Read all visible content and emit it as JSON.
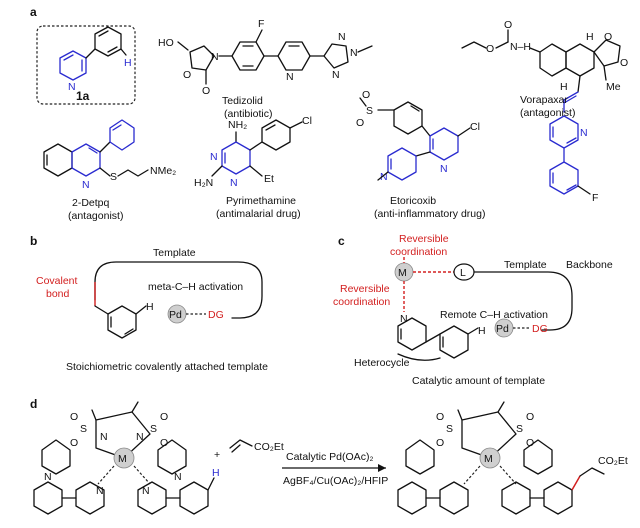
{
  "panels": {
    "a": "a",
    "b": "b",
    "c": "c",
    "d": "d"
  },
  "panel_a": {
    "compound_1a": "1a",
    "tedizolid": {
      "name": "Tedizolid",
      "role": "(antibiotic)"
    },
    "vorapaxar": {
      "name": "Vorapaxar",
      "role": "(antagonist)"
    },
    "detpq": {
      "name": "2-Detpq",
      "role": "(antagonist)",
      "sub": "NMe₂"
    },
    "pyrimethamine": {
      "name": "Pyrimethamine",
      "role": "(antimalarial drug)"
    },
    "etoricoxib": {
      "name": "Etoricoxib",
      "role": "(anti-inflammatory drug)"
    },
    "atoms": {
      "N": "N",
      "H": "H",
      "F": "F",
      "O": "O",
      "HO": "HO",
      "S": "S",
      "Cl": "Cl",
      "NH2": "NH₂",
      "H2N": "H₂N",
      "Me": "Me",
      "Et": "Et",
      "H_ring": "H",
      "N_H": "N–H"
    }
  },
  "panel_b": {
    "template": "Template",
    "covalent_bond_1": "Covalent",
    "covalent_bond_2": "bond",
    "activation": "meta-C–H activation",
    "pd": "Pd",
    "dg": "DG",
    "h": "H",
    "caption": "Stoichiometric covalently attached template"
  },
  "panel_c": {
    "reversible_1_line1": "Reversible",
    "reversible_1_line2": "coordination",
    "reversible_2_line1": "Reversible",
    "reversible_2_line2": "coordination",
    "m": "M",
    "l": "L",
    "template": "Template",
    "backbone": "Backbone",
    "activation": "Remote C–H activation",
    "pd": "Pd",
    "dg": "DG",
    "h": "H",
    "n": "N",
    "heterocycle": "Heterocycle",
    "caption": "Catalytic amount of template"
  },
  "panel_d": {
    "plus": "+",
    "acrylate": "CO₂Et",
    "product_ester": "CO₂Et",
    "catalyst": "Catalytic Pd(OAc)₂",
    "conditions": "AgBF₄/Cu(OAc)₂/HFIP",
    "m": "M",
    "s": "S",
    "o": "O",
    "n": "N",
    "h": "H"
  },
  "colors": {
    "accent_red": "#d32020",
    "accent_blue": "#2a2bd0",
    "ink": "#111111"
  }
}
